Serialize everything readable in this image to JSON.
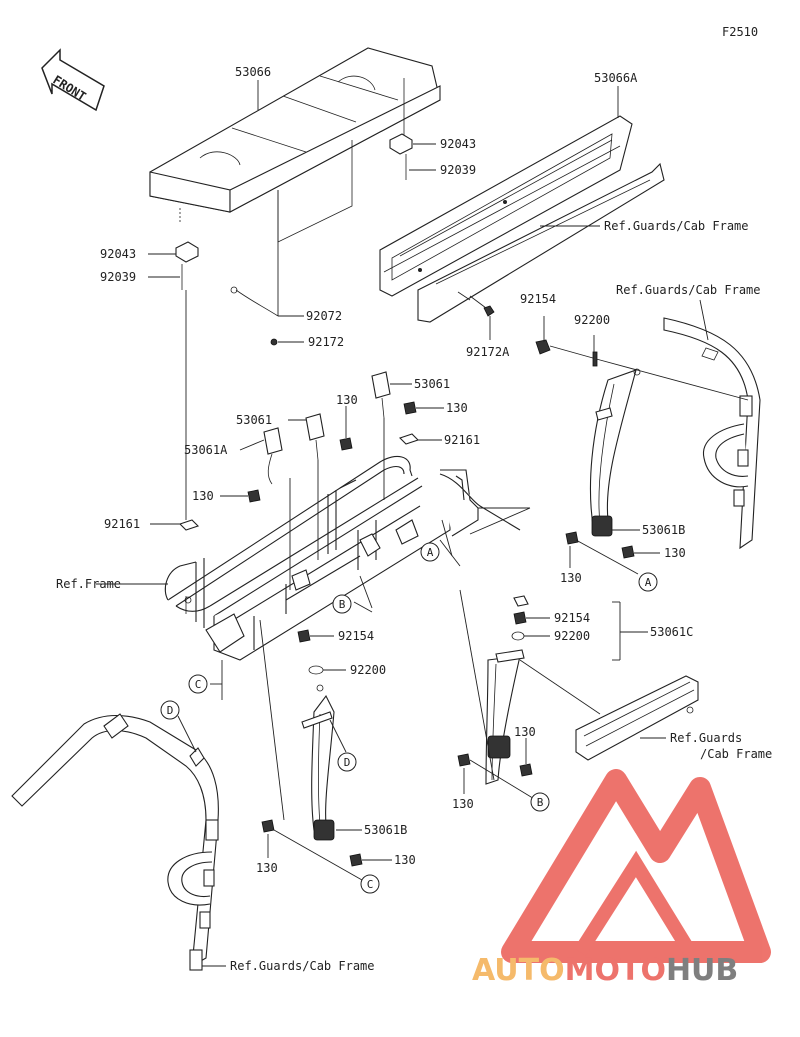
{
  "figure_code": "F2510",
  "front_label": "FRONT",
  "callouts": {
    "seat_back": "53066",
    "seat_back_A": "53066A",
    "bracket_right": "92043",
    "pin_right": "92039",
    "bracket_left": "92043",
    "pin_left": "92039",
    "strap": "92072",
    "screw_left": "92172",
    "screw_A": "92172A",
    "ref_guards_top": "Ref.Guards/Cab Frame",
    "ref_guards_right": "Ref.Guards/Cab Frame",
    "bolt_top_right": "92154",
    "washer_top_right": "92200",
    "buckle_center": "53061",
    "bolt_buckle_center": "130",
    "bolt_center_top": "130",
    "buckle_left": "53061",
    "bolt_left_top": "130",
    "grommet_center": "92161",
    "buckle_A": "53061A",
    "bolt_left": "130",
    "grommet_left": "92161",
    "ref_frame": "Ref.Frame",
    "belt_B_right": "53061B",
    "bolt_belt_right_a": "130",
    "bolt_belt_right_b": "130",
    "bolt_mid": "92154",
    "washer_mid": "92200",
    "bolt_C": "92154",
    "washer_C": "92200",
    "belt_C": "53061C",
    "bolt_C_lower": "130",
    "bolt_C_left": "130",
    "ref_guards_lower_1": "Ref.Guards",
    "ref_guards_lower_2": "/Cab Frame",
    "belt_B_left": "53061B",
    "bolt_belt_left_a": "130",
    "bolt_belt_left_b": "130",
    "ref_guards_bottom": "Ref.Guards/Cab Frame"
  },
  "markers": {
    "A1": "A",
    "A2": "A",
    "B1": "B",
    "B2": "B",
    "C1": "C",
    "C2": "C",
    "D1": "D",
    "D2": "D"
  },
  "watermark": {
    "part1": "AUTO",
    "part2": "MOTO",
    "part3": "HUB"
  },
  "colors": {
    "line": "#222222",
    "watermark_red": "#e8453c",
    "watermark_orange": "#f2a33a",
    "watermark_gray": "#555555"
  }
}
